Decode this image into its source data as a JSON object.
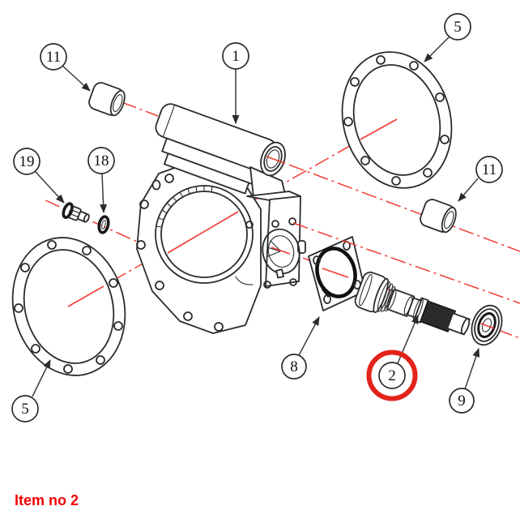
{
  "diagram": {
    "kind": "exploded-parts-drawing",
    "caption": {
      "text": "Item no 2",
      "color": "#f20000"
    },
    "colors": {
      "background": "#ffffff",
      "line": "#2b2b2b",
      "centerline": "#f23a33",
      "highlight_ring": "#e2231c"
    },
    "highlighted_item": "2",
    "callouts": [
      {
        "label": "11",
        "part": "bushing-upper-left",
        "highlighted": false
      },
      {
        "label": "1",
        "part": "gearbox-housing",
        "highlighted": false
      },
      {
        "label": "5",
        "part": "cover-gasket-upper-right",
        "highlighted": false
      },
      {
        "label": "19",
        "part": "plug-fitting",
        "highlighted": false
      },
      {
        "label": "18",
        "part": "lock-washer",
        "highlighted": false
      },
      {
        "label": "11",
        "part": "bushing-right",
        "highlighted": false
      },
      {
        "label": "5",
        "part": "cover-gasket-lower-left",
        "highlighted": false
      },
      {
        "label": "8",
        "part": "port-gasket",
        "highlighted": false
      },
      {
        "label": "2",
        "part": "drive-shaft",
        "highlighted": true
      },
      {
        "label": "9",
        "part": "ball-bearing",
        "highlighted": false
      }
    ]
  }
}
